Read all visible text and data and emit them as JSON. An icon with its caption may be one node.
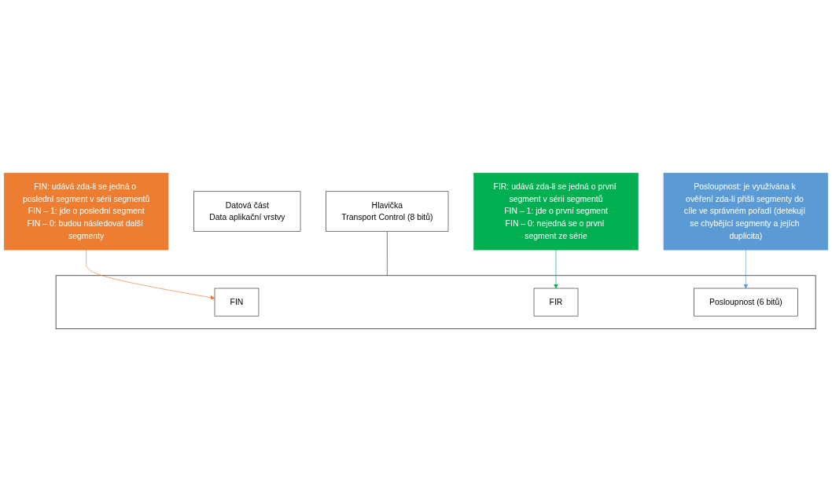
{
  "diagram": {
    "nodes": [
      {
        "text": [
          "Hlavička",
          "Transport Control (8 bitů)"
        ]
      },
      {
        "text": [
          "Datová část",
          "Data aplikační vrstvy"
        ]
      },
      {
        "text": [],
        "shape": "box"
      },
      {
        "text": [
          "FIN"
        ],
        "in": 2
      },
      {
        "text": [
          "FIR"
        ],
        "in": 2
      },
      {
        "text": [
          "Posloupnost (6 bitů)"
        ],
        "in": 2
      },
      {
        "text": [
          "FIN: udává zda-li se jedná o poslední segment v sérii segmentů",
          "FIN – 1: jde o poslední segment",
          "FIN – 0: budou následovat další segmenty"
        ]
      },
      {
        "text": [
          "Posloupnost: je využívána k ověření zda-li přišli segmenty do cíle ve správném pořadí (detekují se chybějící segmenty a jejích duplicita)"
        ]
      },
      {
        "text": [
          "FIR: udává zda-li se jedná o první segment v sérii segmentů",
          "FIN – 1: jde o první segment",
          "FIN – 0: nejedná se o první segment ze série"
        ]
      }
    ],
    "edges": [
      {
        "from": 0,
        "to": 2,
        "arrow": "none"
      },
      {
        "from": 6,
        "to": 3,
        "arrow": "to",
        "color": "#ed7d31"
      },
      {
        "from": 8,
        "to": 4,
        "arrow": "to",
        "color": "#00b050"
      },
      {
        "from": 7,
        "to": 5,
        "arrow": "to",
        "color": "#5b9bd5"
      }
    ]
  }
}
